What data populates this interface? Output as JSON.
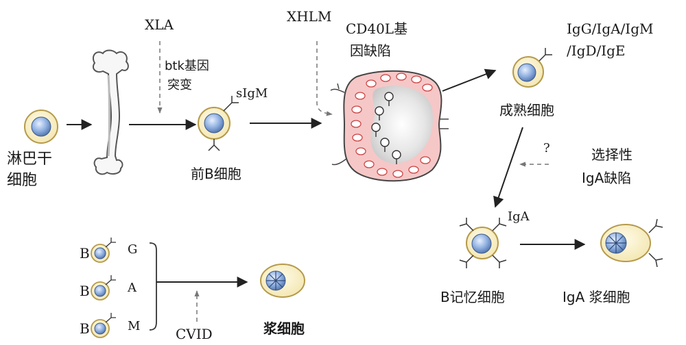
{
  "labels": {
    "stem_cell_line1": "淋巴干",
    "stem_cell_line2": "细胞",
    "xla": "XLA",
    "btk_line1": "btk基因",
    "btk_line2": "突变",
    "sigm": "sIgM",
    "pre_b": "前B细胞",
    "xhlm": "XHLM",
    "cd40l_line1": "CD40L基",
    "cd40l_line2": "因缺陷",
    "isotypes_line1": "IgG/IgA/IgM",
    "isotypes_line2": "/IgD/IgE",
    "mature_cell": "成熟细胞",
    "question": "?",
    "iga_deficiency_line1": "选择性",
    "iga_deficiency_line2": "IgA缺陷",
    "iga_surface": "IgA",
    "memory_b": "B记忆细胞",
    "iga_plasma": "IgA 浆细胞",
    "b_g": "B",
    "b_a": "B",
    "b_m": "B",
    "class_g": "G",
    "class_a": "A",
    "class_m": "M",
    "cvid": "CVID",
    "plasma_cell": "浆细胞"
  },
  "colors": {
    "cell_outline": "#b59a4a",
    "cell_fill": "#fbf4d2",
    "nucleus": "#6b8fc4",
    "germinal_center_fill": "#f3c6c6",
    "line": "#222222"
  }
}
